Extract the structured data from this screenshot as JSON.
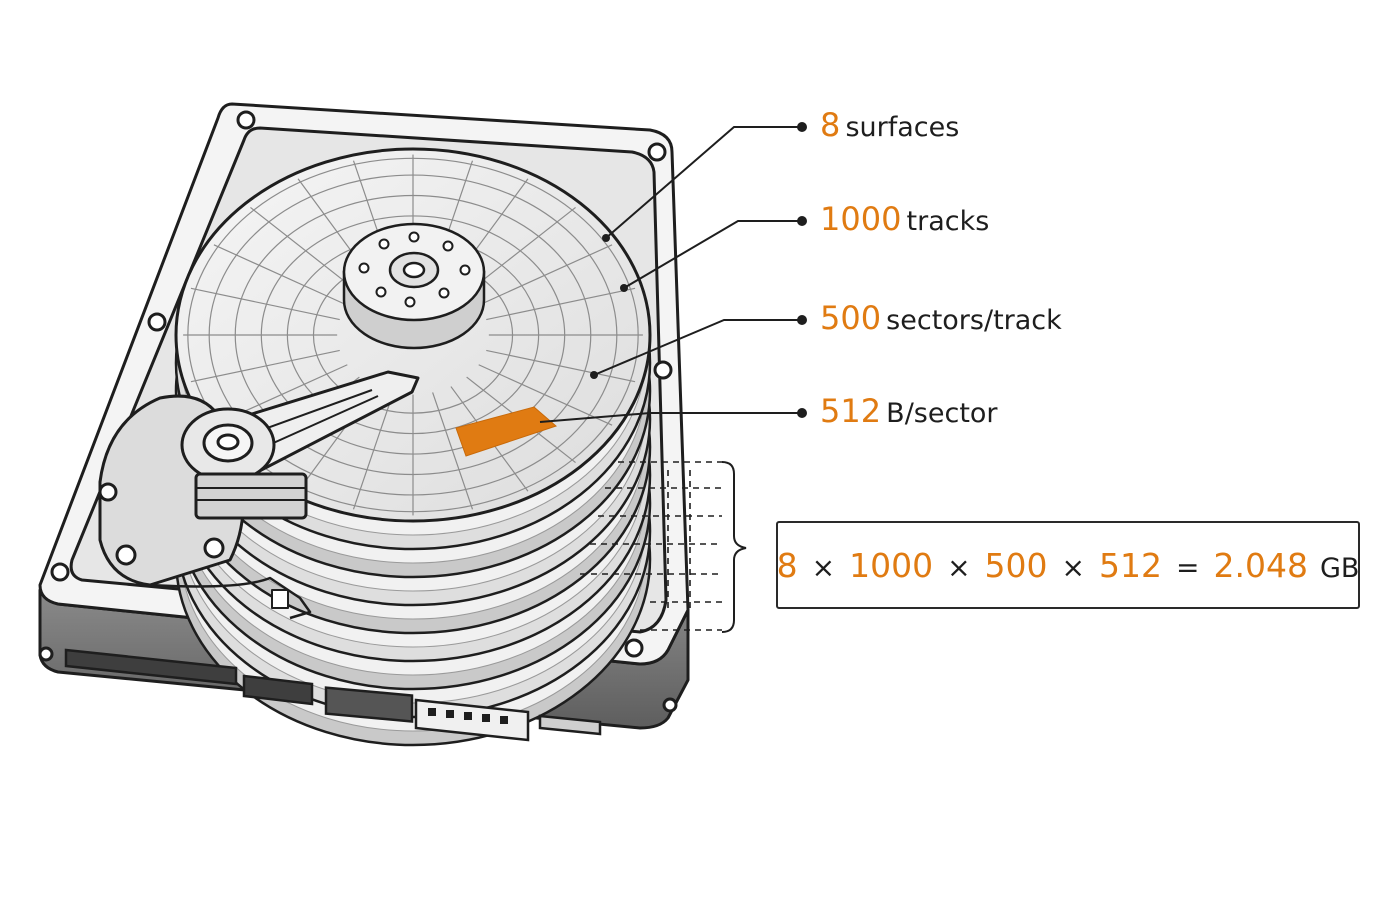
{
  "specs": [
    {
      "value": "8",
      "unit": "surfaces"
    },
    {
      "value": "1000",
      "unit": "tracks"
    },
    {
      "value": "500",
      "unit": "sectors/track"
    },
    {
      "value": "512",
      "unit": "B/sector"
    }
  ],
  "formula": {
    "a": "8",
    "b": "1000",
    "c": "500",
    "d": "512",
    "times": "×",
    "equals": "=",
    "result": "2.048",
    "result_unit": "GB"
  },
  "colors": {
    "accent": "#e07b12",
    "outline": "#1e1e1e",
    "platter": "#ececec",
    "chassis": "#7a7a7a"
  }
}
